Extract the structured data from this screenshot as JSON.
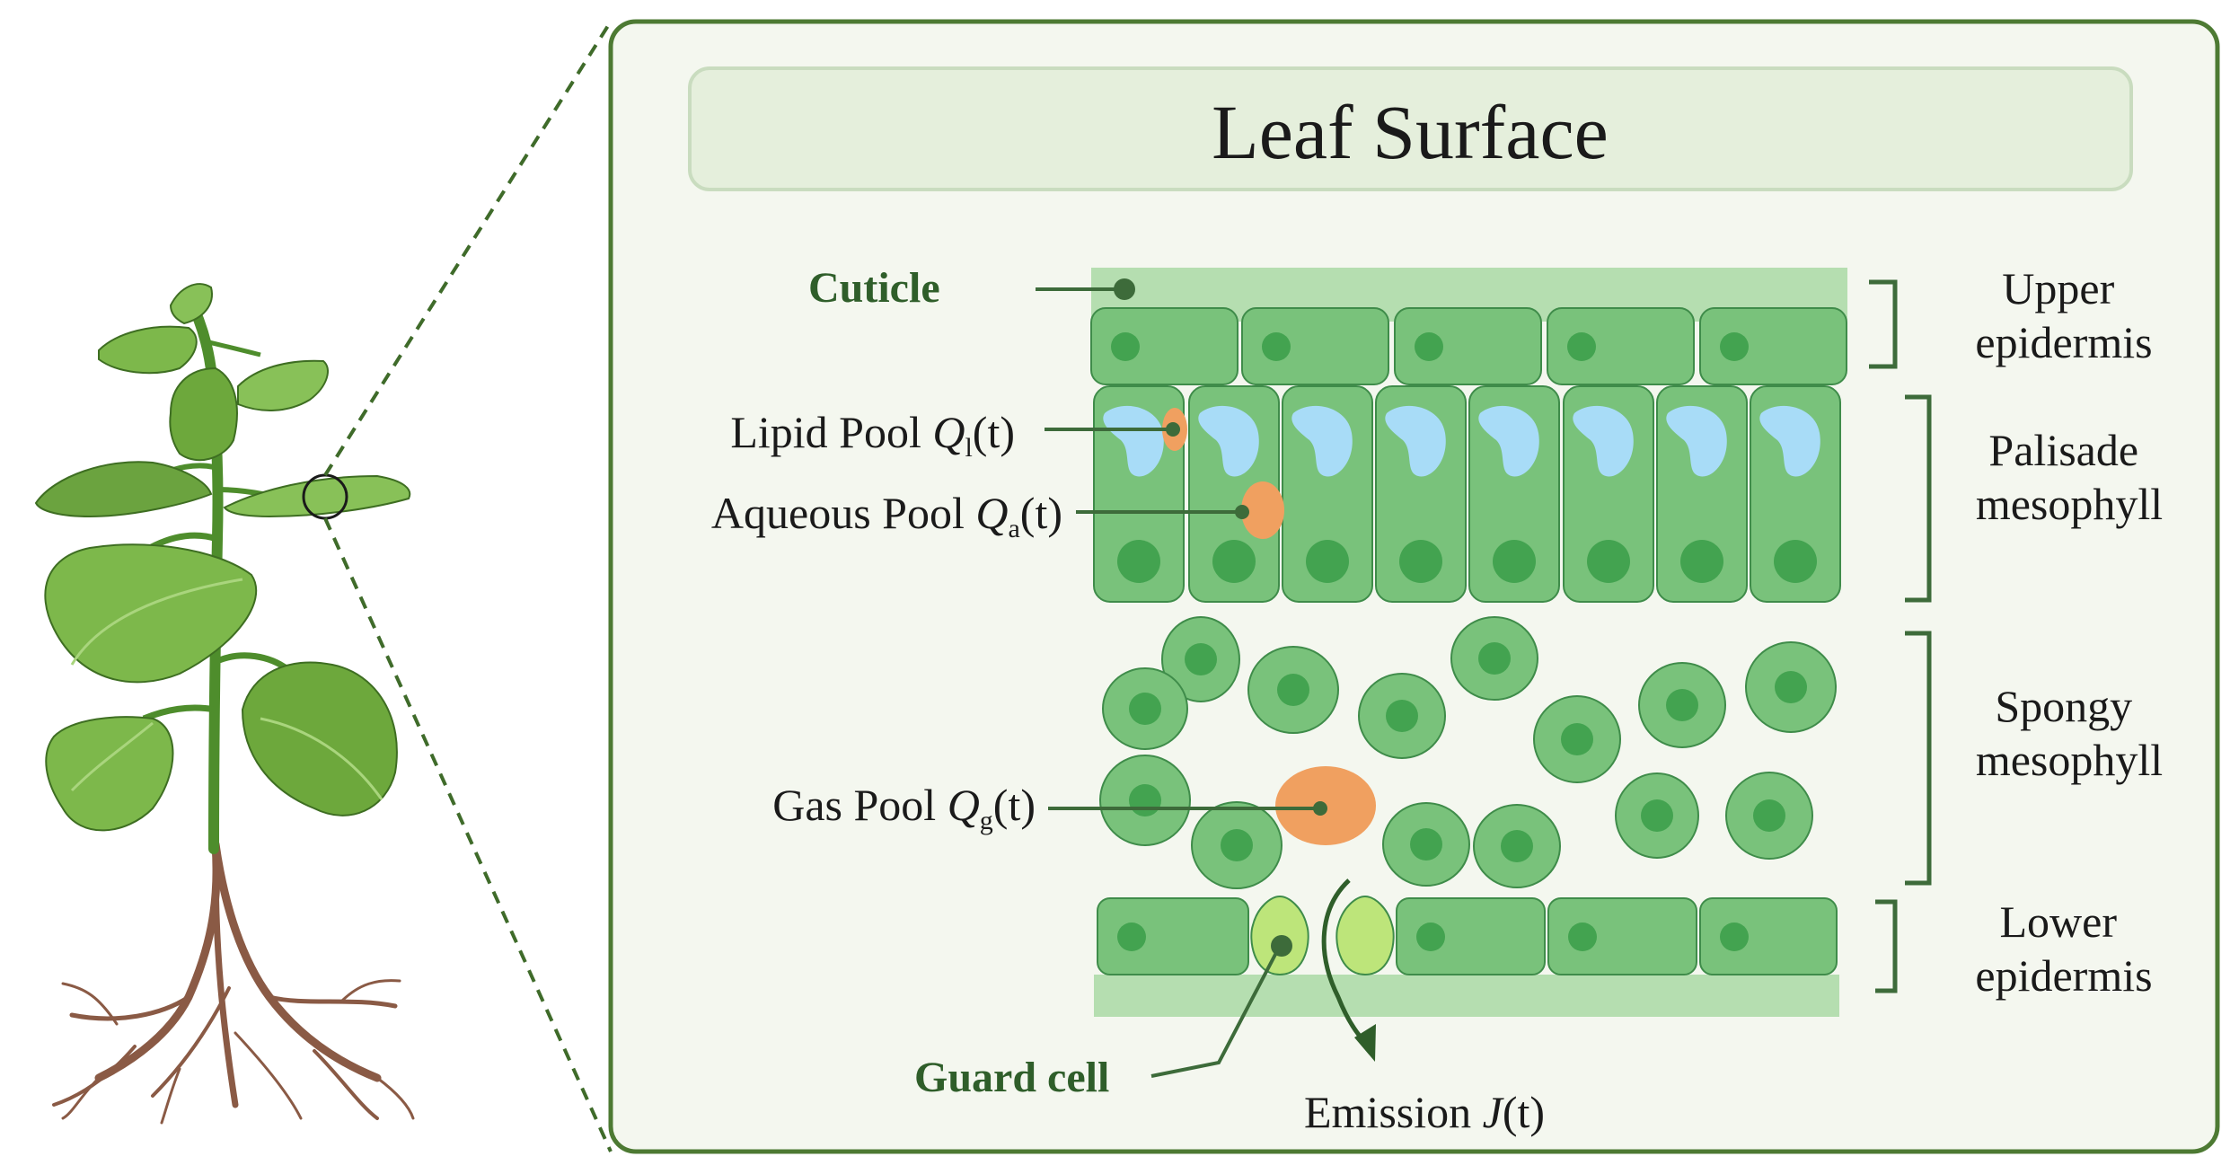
{
  "panel": {
    "title": "Leaf Surface"
  },
  "labels": {
    "cuticle": "Cuticle",
    "lipid_pool": {
      "main": "Lipid Pool ",
      "var": "Q",
      "sub": "l",
      "tail": "(t)"
    },
    "aqueous_pool": {
      "main": "Aqueous Pool ",
      "var": "Q",
      "sub": "a",
      "tail": "(t)"
    },
    "gas_pool": {
      "main": "Gas Pool ",
      "var": "Q",
      "sub": "g",
      "tail": "(t)"
    },
    "guard_cell": "Guard cell",
    "emission": {
      "main": "Emission ",
      "var": "J",
      "tail": "(t)"
    }
  },
  "layers": {
    "upper_epidermis": [
      "Upper",
      "epidermis"
    ],
    "palisade_mesophyll": [
      "Palisade",
      "mesophyll"
    ],
    "spongy_mesophyll": [
      "Spongy",
      "mesophyll"
    ],
    "lower_epidermis": [
      "Lower",
      "epidermis"
    ]
  },
  "colors": {
    "frame": "#4d7a33",
    "panel_bg": "#f4f7ef",
    "title_bg": "#e5efdc",
    "cuticle": "#b5deb0",
    "cell": "#79c27b",
    "cell_stroke": "#3f8c4a",
    "nucleus": "#43a350",
    "vacuole": "#a8dcf7",
    "pool": "#f0a060",
    "guard": "#bde57a",
    "label_line": "#3d6b3a"
  }
}
